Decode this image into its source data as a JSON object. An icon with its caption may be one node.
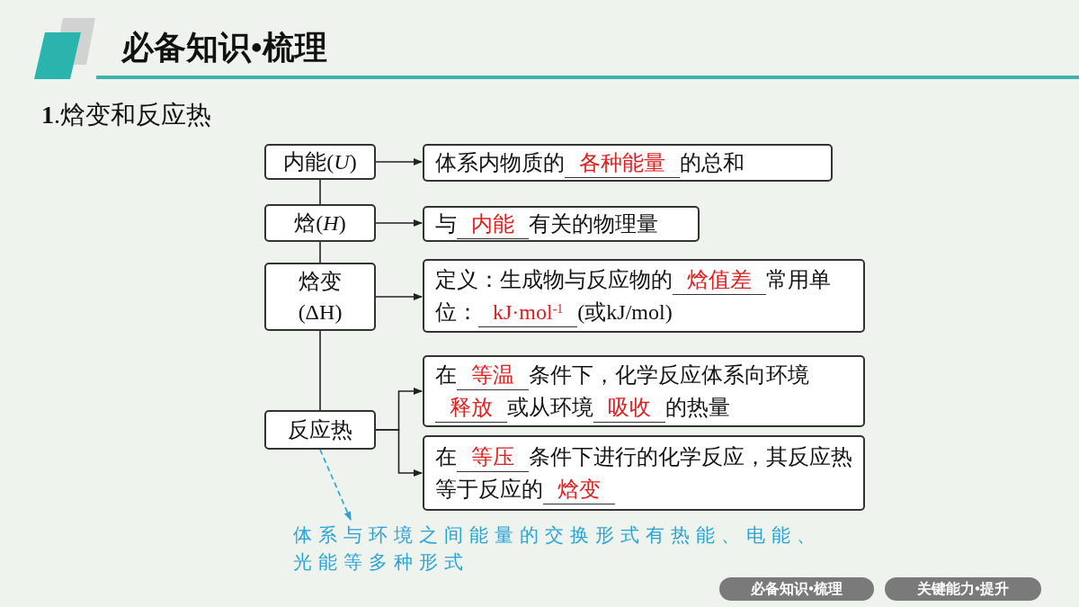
{
  "diagram": {
    "title": "必备知识•梳理",
    "nodes": [
      {
        "text": [
          "内能(*U*)"
        ]
      },
      {
        "text": [
          "体系内物质的",
          "各种能量",
          "的总和"
        ]
      },
      {
        "text": [
          "焓(*H*)"
        ]
      },
      {
        "text": [
          "与",
          "内能",
          "有关的物理量"
        ]
      },
      {
        "text": [
          "焓变 (ΔH)"
        ]
      },
      {
        "text": [
          "定义：生成物与反应物的",
          "焓值差",
          "常用单位：",
          "kJ·mol$^{-1}$",
          "(或kJ/mol)"
        ]
      },
      {
        "text": [
          "反应热"
        ]
      },
      {
        "text": [
          "在",
          "等温",
          "条件下，化学反应体系向环境",
          "释放",
          "或从环境",
          "吸收",
          "的热量"
        ]
      },
      {
        "text": [
          "在",
          "等压",
          "条件下进行的化学反应，其反应热等于反应的",
          "焓变"
        ]
      },
      {
        "text": [
          "体系与环境之间能量的交换形式有热能、电能、光能等多种形式"
        ]
      }
    ],
    "edges": [
      {
        "from": 0,
        "to": 1,
        "arrow": "to"
      },
      {
        "from": 2,
        "to": 3,
        "arrow": "to"
      },
      {
        "from": 4,
        "to": 5,
        "arrow": "to"
      },
      {
        "from": 6,
        "to": 7,
        "arrow": "to"
      },
      {
        "from": 6,
        "to": 8,
        "arrow": "to"
      },
      {
        "from": 0,
        "to": 2,
        "arrow": "none"
      },
      {
        "from": 2,
        "to": 4,
        "arrow": "none"
      },
      {
        "from": 4,
        "to": 6,
        "arrow": "none"
      },
      {
        "from": 6,
        "to": 9,
        "arrow": "to",
        "style": "dashed",
        "color": "#29a3d6"
      }
    ],
    "labels": [
      "**1**.焓变和反应热",
      "必备知识•梳理",
      "关键能力•提升"
    ]
  }
}
